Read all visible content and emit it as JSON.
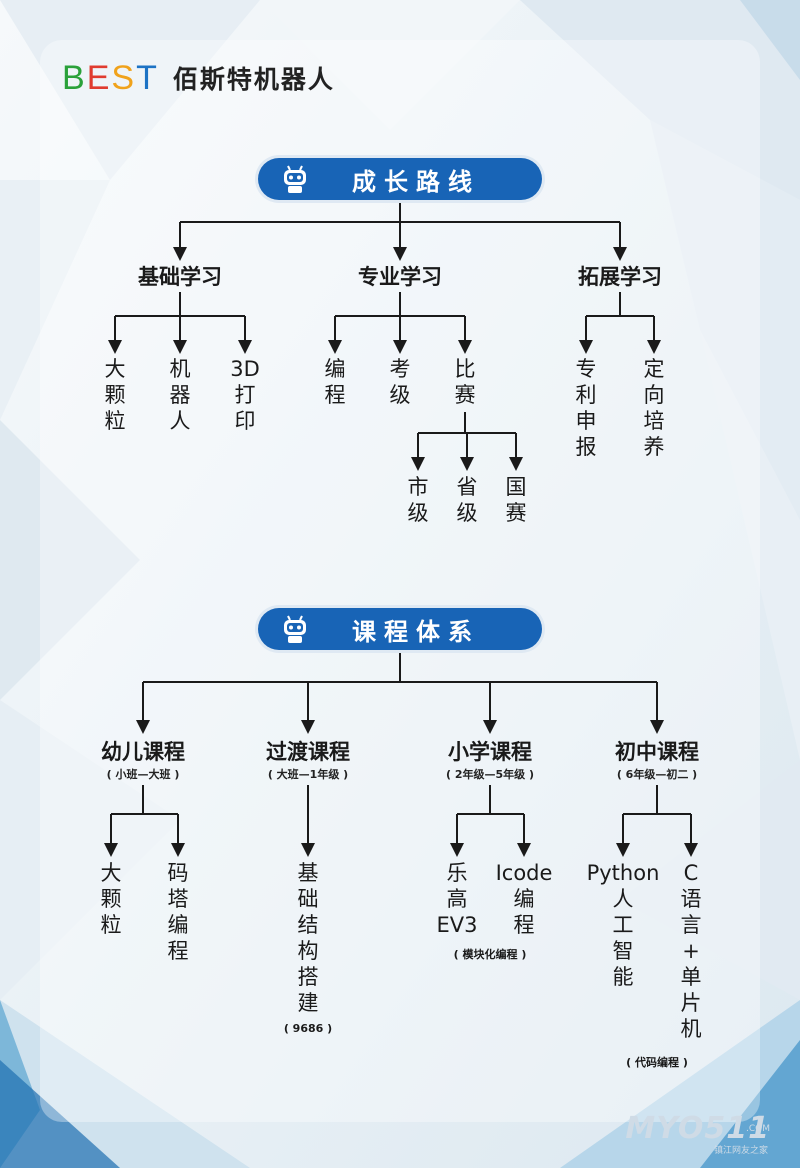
{
  "brand": {
    "logo": [
      "B",
      "E",
      "S",
      "T"
    ],
    "name": "佰斯特机器人"
  },
  "section1": {
    "title": "成长路线",
    "branches": [
      {
        "label": "基础学习",
        "items": [
          "大颗粒",
          "机器人",
          "3D打印"
        ]
      },
      {
        "label": "专业学习",
        "items": [
          "编程",
          "考级",
          "比赛"
        ]
      },
      {
        "label": "拓展学习",
        "items": [
          "专利申报",
          "定向培养"
        ]
      }
    ],
    "competition_levels": [
      "市级",
      "省级",
      "国赛"
    ]
  },
  "section2": {
    "title": "课程体系",
    "courses": [
      {
        "label": "幼儿课程",
        "range": "( 小班—大班 )",
        "items": [
          "大颗粒",
          "码塔编程"
        ],
        "note": ""
      },
      {
        "label": "过渡课程",
        "range": "( 大班—1年级 )",
        "items": [
          "基础结构搭建"
        ],
        "note": "( 9686 )"
      },
      {
        "label": "小学课程",
        "range": "( 2年级—5年级 )",
        "items": [
          "乐高EV3",
          "Icode编程"
        ],
        "note": "( 模块化编程 )"
      },
      {
        "label": "初中课程",
        "range": "( 6年级—初二 )",
        "items": [
          "Python人工智能",
          "C语言+单片机"
        ],
        "note": "( 代码编程 )"
      }
    ]
  },
  "watermark": {
    "text": "MYO511",
    "domain": ".COM",
    "sub": "镇江网友之家"
  },
  "colors": {
    "pill": "#1864b6",
    "line": "#1a1a1a",
    "background": "#eef4f8"
  }
}
